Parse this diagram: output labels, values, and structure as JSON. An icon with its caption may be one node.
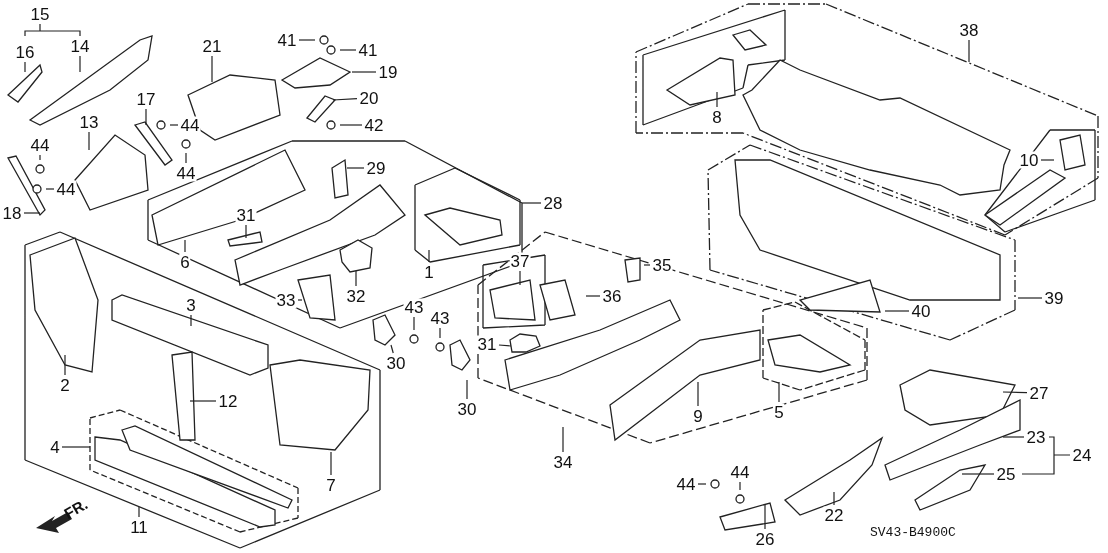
{
  "diagram": {
    "nodes": [
      {
        "text": [
          "15"
        ]
      },
      {
        "text": [
          "16"
        ]
      },
      {
        "text": [
          "14"
        ]
      },
      {
        "text": [
          "21"
        ]
      },
      {
        "text": [
          "41"
        ]
      },
      {
        "text": [
          "41"
        ]
      },
      {
        "text": [
          "19"
        ]
      },
      {
        "text": [
          "20"
        ]
      },
      {
        "text": [
          "42"
        ]
      },
      {
        "text": [
          "17"
        ]
      },
      {
        "text": [
          "44"
        ]
      },
      {
        "text": [
          "13"
        ]
      },
      {
        "text": [
          "44"
        ]
      },
      {
        "text": [
          "44"
        ]
      },
      {
        "text": [
          "29"
        ]
      },
      {
        "text": [
          "44"
        ]
      },
      {
        "text": [
          "18"
        ]
      },
      {
        "text": [
          "31"
        ]
      },
      {
        "text": [
          "6"
        ]
      },
      {
        "text": [
          "28"
        ]
      },
      {
        "text": [
          "1"
        ]
      },
      {
        "text": [
          "37"
        ]
      },
      {
        "text": [
          "35"
        ]
      },
      {
        "text": [
          "3"
        ]
      },
      {
        "text": [
          "2"
        ]
      },
      {
        "text": [
          "33"
        ]
      },
      {
        "text": [
          "32"
        ]
      },
      {
        "text": [
          "43"
        ]
      },
      {
        "text": [
          "43"
        ]
      },
      {
        "text": [
          "30"
        ]
      },
      {
        "text": [
          "30"
        ]
      },
      {
        "text": [
          "31"
        ]
      },
      {
        "text": [
          "36"
        ]
      },
      {
        "text": [
          "12"
        ]
      },
      {
        "text": [
          "7"
        ]
      },
      {
        "text": [
          "4"
        ]
      },
      {
        "text": [
          "11"
        ]
      },
      {
        "text": [
          "34"
        ]
      },
      {
        "text": [
          "9"
        ]
      },
      {
        "text": [
          "5"
        ]
      },
      {
        "text": [
          "8"
        ]
      },
      {
        "text": [
          "38"
        ]
      },
      {
        "text": [
          "10"
        ]
      },
      {
        "text": [
          "39"
        ]
      },
      {
        "text": [
          "40"
        ]
      },
      {
        "text": [
          "27"
        ]
      },
      {
        "text": [
          "23"
        ]
      },
      {
        "text": [
          "24"
        ]
      },
      {
        "text": [
          "25"
        ]
      },
      {
        "text": [
          "44"
        ]
      },
      {
        "text": [
          "44"
        ]
      },
      {
        "text": [
          "22"
        ]
      },
      {
        "text": [
          "26"
        ]
      }
    ],
    "edges": [
      {
        "from": 1,
        "to": null,
        "arrow": "none"
      },
      {
        "from": 2,
        "to": null,
        "arrow": "none"
      },
      {
        "from": 3,
        "to": null,
        "arrow": "none"
      },
      {
        "from": 4,
        "to": null,
        "arrow": "none"
      },
      {
        "from": 5,
        "to": null,
        "arrow": "none"
      },
      {
        "from": 6,
        "to": null,
        "arrow": "none"
      },
      {
        "from": 7,
        "to": null,
        "arrow": "none"
      },
      {
        "from": 8,
        "to": null,
        "arrow": "none"
      },
      {
        "from": 9,
        "to": null,
        "arrow": "none"
      },
      {
        "from": 10,
        "to": null,
        "arrow": "none"
      },
      {
        "from": 11,
        "to": null,
        "arrow": "none"
      },
      {
        "from": 12,
        "to": null,
        "arrow": "none"
      },
      {
        "from": 13,
        "to": null,
        "arrow": "none"
      },
      {
        "from": 14,
        "to": null,
        "arrow": "none"
      },
      {
        "from": 15,
        "to": null,
        "arrow": "none"
      },
      {
        "from": 16,
        "to": null,
        "arrow": "none"
      },
      {
        "from": 17,
        "to": null,
        "arrow": "none"
      },
      {
        "from": 18,
        "to": null,
        "arrow": "none"
      },
      {
        "from": 19,
        "to": null,
        "arrow": "none"
      },
      {
        "from": 20,
        "to": null,
        "arrow": "none"
      },
      {
        "from": 21,
        "to": null,
        "arrow": "none"
      },
      {
        "from": 22,
        "to": null,
        "arrow": "none"
      },
      {
        "from": 23,
        "to": null,
        "arrow": "none"
      },
      {
        "from": 24,
        "to": null,
        "arrow": "none"
      },
      {
        "from": 25,
        "to": null,
        "arrow": "none"
      },
      {
        "from": 26,
        "to": null,
        "arrow": "none"
      },
      {
        "from": 27,
        "to": null,
        "arrow": "none"
      },
      {
        "from": 28,
        "to": null,
        "arrow": "none"
      },
      {
        "from": 29,
        "to": null,
        "arrow": "none"
      },
      {
        "from": 30,
        "to": null,
        "arrow": "none"
      },
      {
        "from": 31,
        "to": null,
        "arrow": "none"
      },
      {
        "from": 32,
        "to": null,
        "arrow": "none"
      },
      {
        "from": 33,
        "to": null,
        "arrow": "none"
      },
      {
        "from": 34,
        "to": null,
        "arrow": "none"
      },
      {
        "from": 35,
        "to": null,
        "arrow": "none"
      },
      {
        "from": 36,
        "to": null,
        "arrow": "none"
      },
      {
        "from": 37,
        "to": null,
        "arrow": "none"
      },
      {
        "from": 38,
        "to": null,
        "arrow": "none"
      },
      {
        "from": 39,
        "to": null,
        "arrow": "none"
      },
      {
        "from": 40,
        "to": null,
        "arrow": "none"
      },
      {
        "from": 41,
        "to": null,
        "arrow": "none"
      },
      {
        "from": 42,
        "to": null,
        "arrow": "none"
      },
      {
        "from": 43,
        "to": null,
        "arrow": "none"
      },
      {
        "from": 44,
        "to": null,
        "arrow": "none"
      },
      {
        "from": 45,
        "to": null,
        "arrow": "none"
      },
      {
        "from": 46,
        "to": null,
        "arrow": "none"
      },
      {
        "from": 48,
        "to": null,
        "arrow": "none"
      },
      {
        "from": 49,
        "to": null,
        "arrow": "none"
      },
      {
        "from": 50,
        "to": null,
        "arrow": "none"
      },
      {
        "from": 51,
        "to": null,
        "arrow": "none"
      },
      {
        "from": 52,
        "to": null,
        "arrow": "none"
      }
    ],
    "labels": [
      "FR.",
      "SV43-B4900C"
    ]
  }
}
